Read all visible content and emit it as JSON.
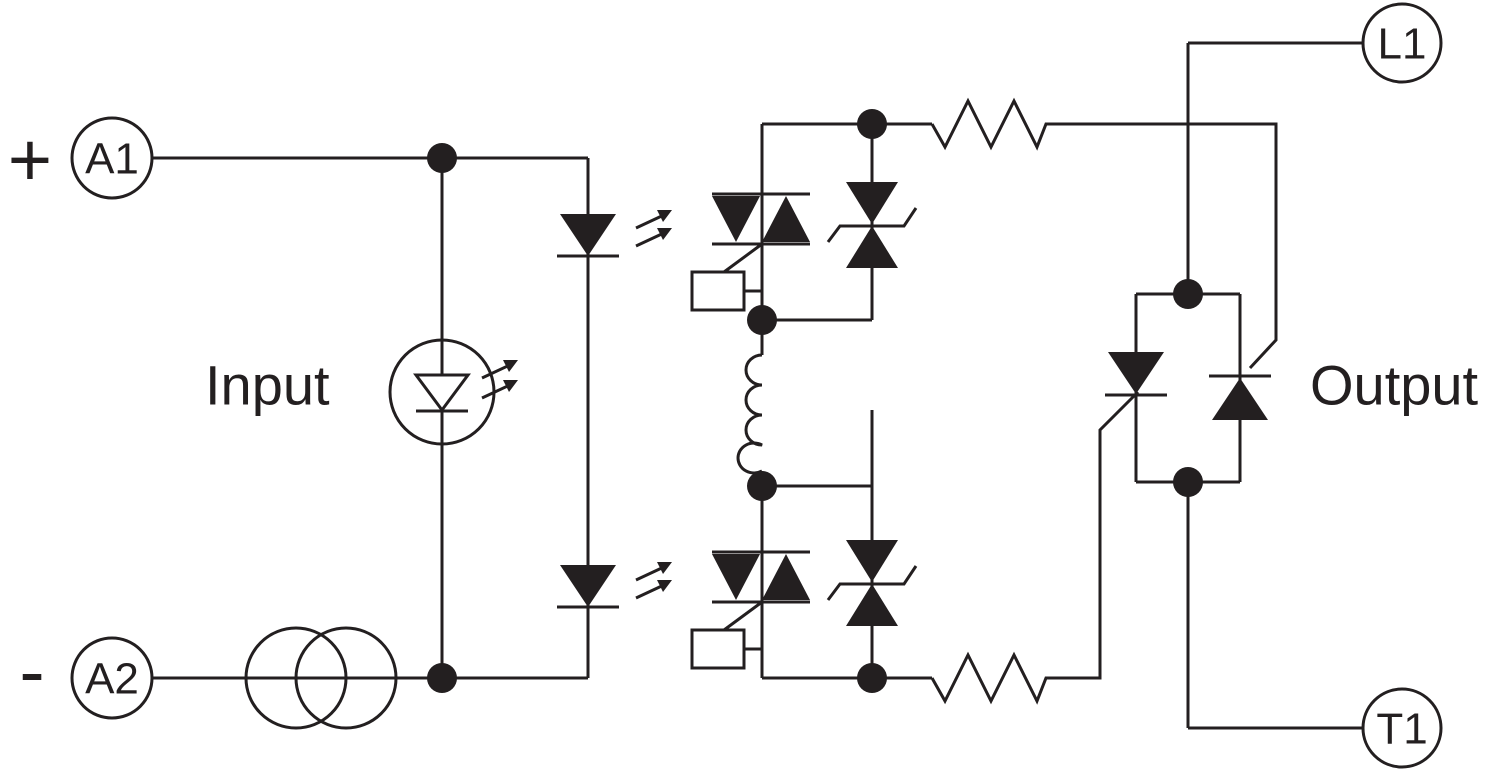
{
  "terminals": {
    "a1": "A1",
    "a2": "A2",
    "l1": "L1",
    "t1": "T1"
  },
  "polarity": {
    "plus": "+",
    "minus": "-"
  },
  "sections": {
    "input": "Input",
    "output": "Output"
  },
  "colors": {
    "ink": "#231f20",
    "background": "#ffffff"
  },
  "icons": {
    "input_led": "led-indicator-icon",
    "current_source": "constant-current-source-icon",
    "opto_led": "photodiode-led-icon",
    "photo_thyristor": "photo-thyristor-icon",
    "tvs": "bidirectional-tvs-icon",
    "resistor": "resistor-icon",
    "inductor": "inductor-icon",
    "output_thyristor": "scr-thyristor-icon"
  }
}
